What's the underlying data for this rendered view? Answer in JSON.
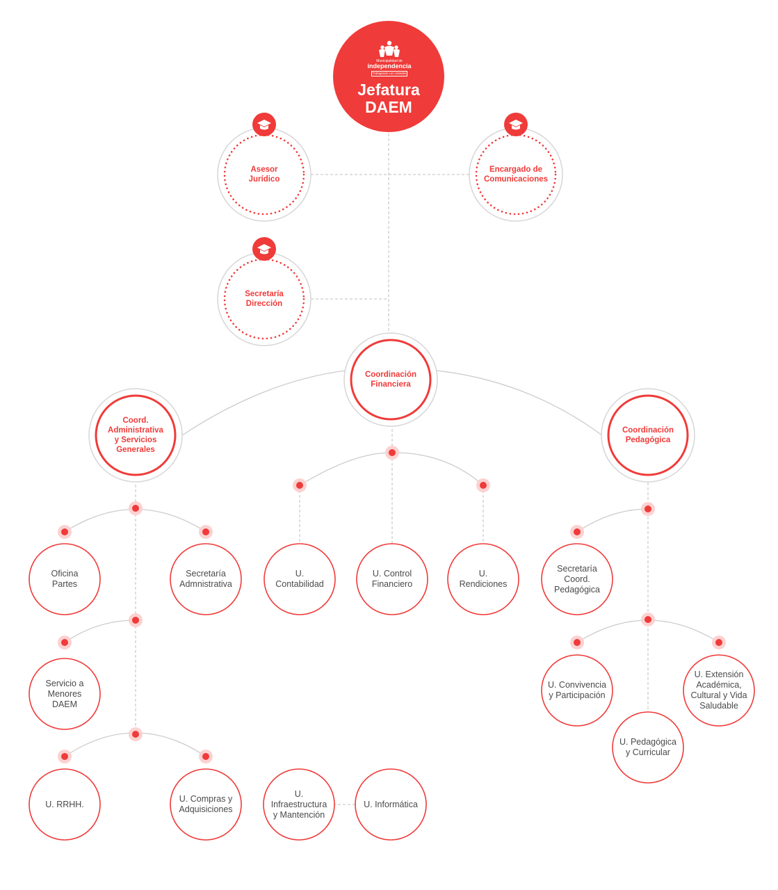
{
  "colors": {
    "accent": "#ef3b39",
    "connector": "#cccccc",
    "ring": "#d6d6d6",
    "text": "#4a4a4a",
    "dot_halo": "#fbd2d1"
  },
  "logo": {
    "small": "Municipalidad de",
    "brand": "independencia",
    "tagline": "Trabajando con Ustedes"
  },
  "head": {
    "lines": [
      "Jefatura",
      "DAEM"
    ]
  },
  "advisors": {
    "asesor": {
      "lines": [
        "Asesor",
        "Jurídico"
      ],
      "icon": "graduation-cap-icon"
    },
    "comunicaciones": {
      "lines": [
        "Encargado de",
        "Comunicaciones"
      ],
      "icon": "graduation-cap-icon"
    },
    "secretaria": {
      "lines": [
        "Secretaría",
        "Dirección"
      ],
      "icon": "graduation-cap-icon"
    }
  },
  "coordinations": {
    "financiera": {
      "lines": [
        "Coordinación",
        "Financiera"
      ]
    },
    "administrativa": {
      "lines": [
        "Coord.",
        "Administrativa",
        "y Servicios",
        "Generales"
      ]
    },
    "pedagogica": {
      "lines": [
        "Coordinación",
        "Pedagógica"
      ]
    }
  },
  "units": {
    "oficina_partes": {
      "lines": [
        "Oficina",
        "Partes"
      ]
    },
    "secretaria_admin": {
      "lines": [
        "Secretaría",
        "Admnistrativa"
      ]
    },
    "servicio_menores": {
      "lines": [
        "Servicio a",
        "Menores",
        "DAEM"
      ]
    },
    "rrhh": {
      "lines": [
        "U. RRHH."
      ]
    },
    "compras": {
      "lines": [
        "U. Compras y",
        "Adquisiciones"
      ]
    },
    "infraestructura": {
      "lines": [
        "U.",
        "Infraestructura",
        "y Mantención"
      ]
    },
    "informatica": {
      "lines": [
        "U. Informática"
      ]
    },
    "contabilidad": {
      "lines": [
        "U.",
        "Contabilidad"
      ]
    },
    "control_financiero": {
      "lines": [
        "U. Control",
        "Financiero"
      ]
    },
    "rendiciones": {
      "lines": [
        "U.",
        "Rendiciones"
      ]
    },
    "secretaria_pedagogica": {
      "lines": [
        "Secretaría",
        "Coord.",
        "Pedagógica"
      ]
    },
    "convivencia": {
      "lines": [
        "U. Convivencia",
        "y Participación"
      ]
    },
    "extension": {
      "lines": [
        "U. Extensión",
        "Académica,",
        "Cultural y Vida",
        "Saludable"
      ]
    },
    "pedagogica_curricular": {
      "lines": [
        "U. Pedagógica",
        "y Curricular"
      ]
    }
  }
}
